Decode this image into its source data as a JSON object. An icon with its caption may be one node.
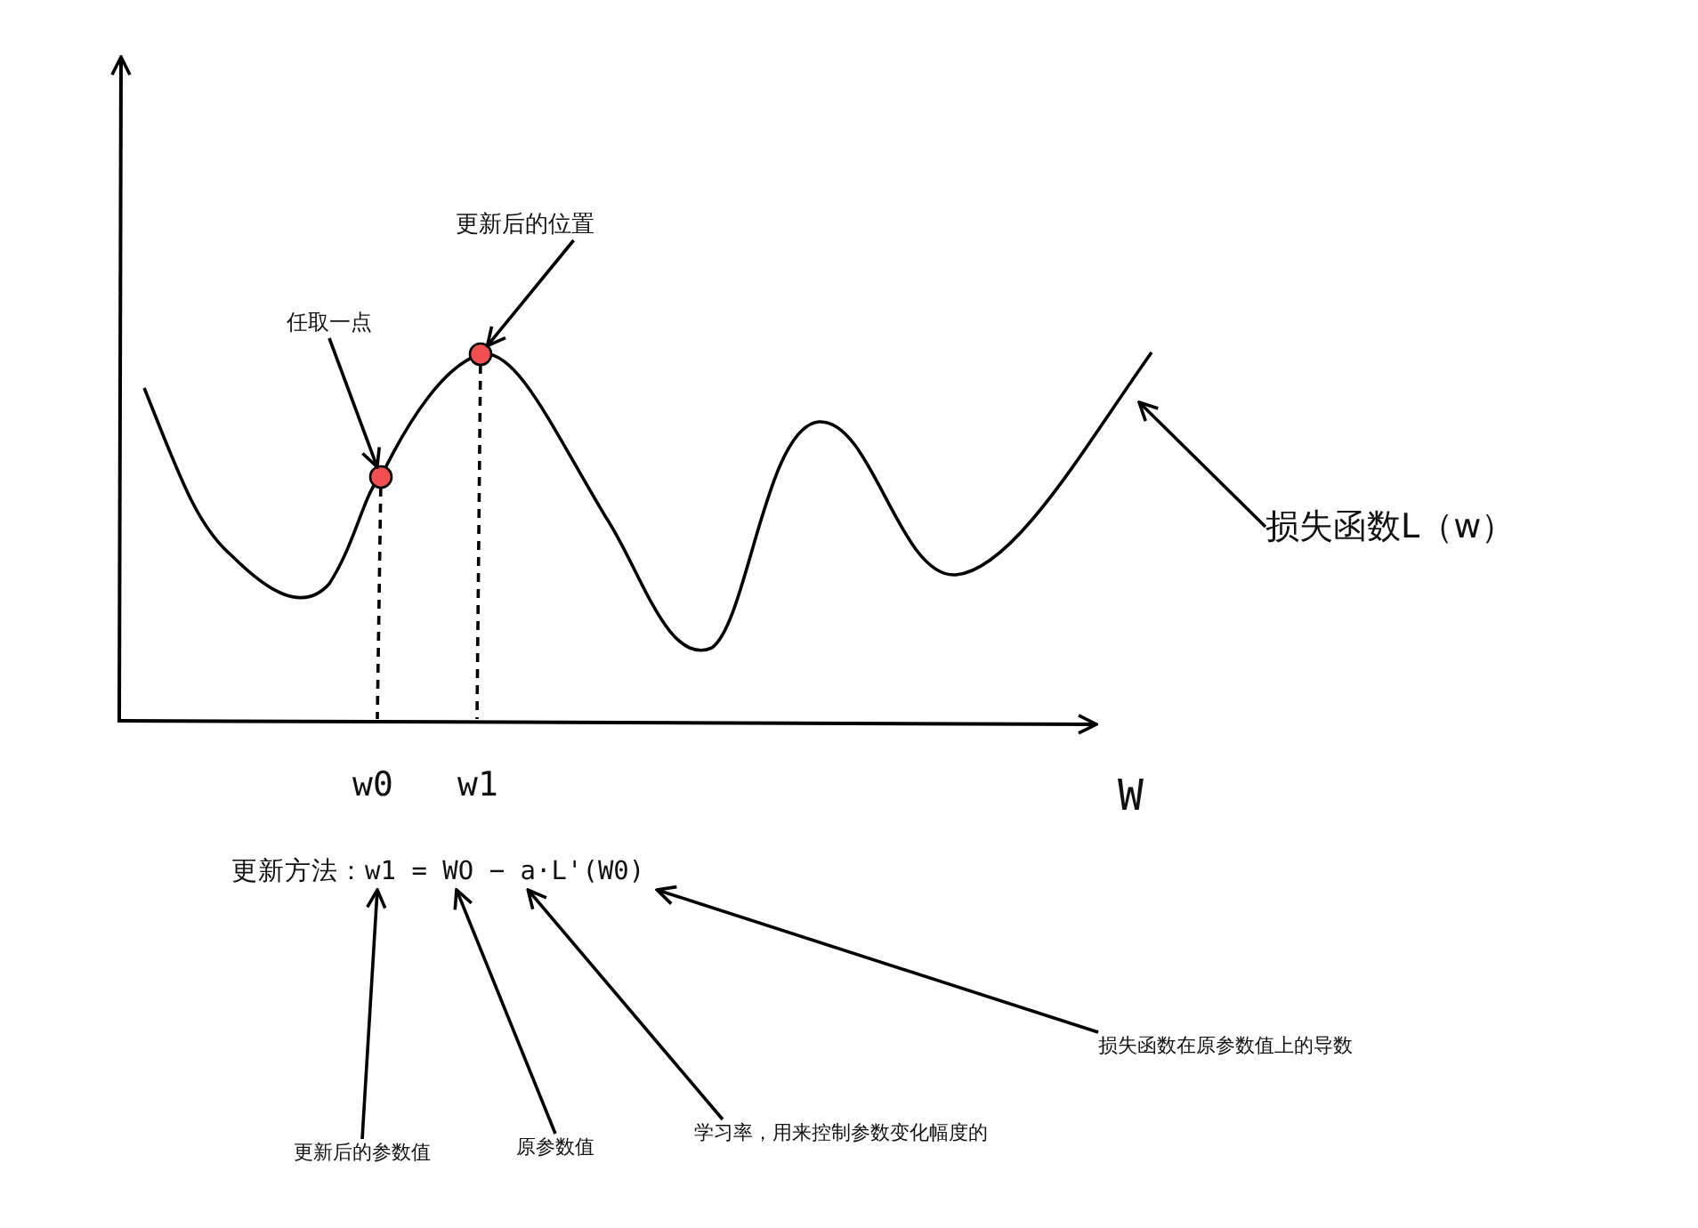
{
  "diagram": {
    "nodes": [
      {
        "text": [
          "更新后的位置"
        ]
      },
      {
        "text": [
          "任取一点"
        ]
      },
      {
        "text": [],
        "shape": "circle",
        "in": 4
      },
      {
        "text": [],
        "shape": "circle",
        "in": 4
      },
      {
        "text": [],
        "shape": "curve"
      },
      {
        "text": [
          "损失函数L（w）"
        ]
      },
      {
        "text": [
          "更新后的参数值"
        ]
      },
      {
        "text": [
          "原参数值"
        ]
      },
      {
        "text": [
          "学习率，用来控制参数变化幅度的"
        ]
      },
      {
        "text": [
          "损失函数在原参数值上的导数"
        ]
      },
      {
        "text": [
          "更新方法：w1 = WO − a·L'(W0)"
        ]
      },
      {
        "text": [],
        "shape": "line"
      }
    ],
    "edges": [
      {
        "from": 0,
        "to": 2,
        "arrow": "to"
      },
      {
        "from": 1,
        "to": 3,
        "arrow": "to"
      },
      {
        "from": 5,
        "to": 4,
        "arrow": "to"
      },
      {
        "from": 3,
        "to": 11,
        "arrow": "none",
        "style": "dashed"
      },
      {
        "from": 2,
        "to": 11,
        "arrow": "none",
        "style": "dashed"
      },
      {
        "from": 6,
        "to": 10,
        "arrow": "to"
      },
      {
        "from": 7,
        "to": 10,
        "arrow": "to"
      },
      {
        "from": 8,
        "to": 10,
        "arrow": "to"
      },
      {
        "from": 9,
        "to": 10,
        "arrow": "to"
      }
    ],
    "labels": [
      "w0",
      "w1",
      "W"
    ]
  }
}
